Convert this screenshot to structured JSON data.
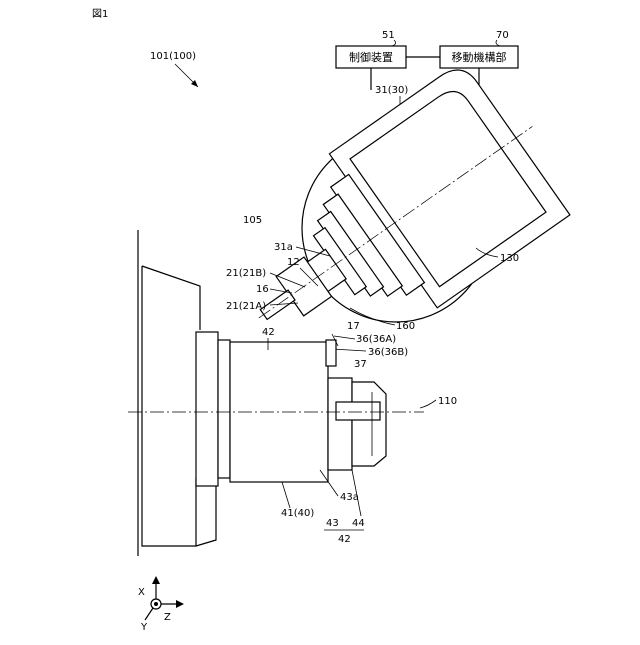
{
  "figure_title": "図1",
  "labels": {
    "machine": "101(100)",
    "control": "51",
    "moving": "70",
    "tool_head": "31(30)",
    "r120": "120",
    "r105": "105",
    "r31a": "31a",
    "r21b": "21(21B)",
    "r12": "12",
    "r16": "16",
    "r21a": "21(21A)",
    "r130": "130",
    "r17": "17",
    "r160": "160",
    "r36a": "36(36A)",
    "r36b": "36(36B)",
    "r37": "37",
    "r42top": "42",
    "r110": "110",
    "r4140": "41(40)",
    "r43a": "43a",
    "r43": "43",
    "r44": "44",
    "r42bot": "42"
  },
  "boxes": {
    "control_text": "制御装置",
    "moving_text": "移動機構部"
  },
  "axes": {
    "x": "X",
    "y": "Y",
    "z": "Z"
  }
}
